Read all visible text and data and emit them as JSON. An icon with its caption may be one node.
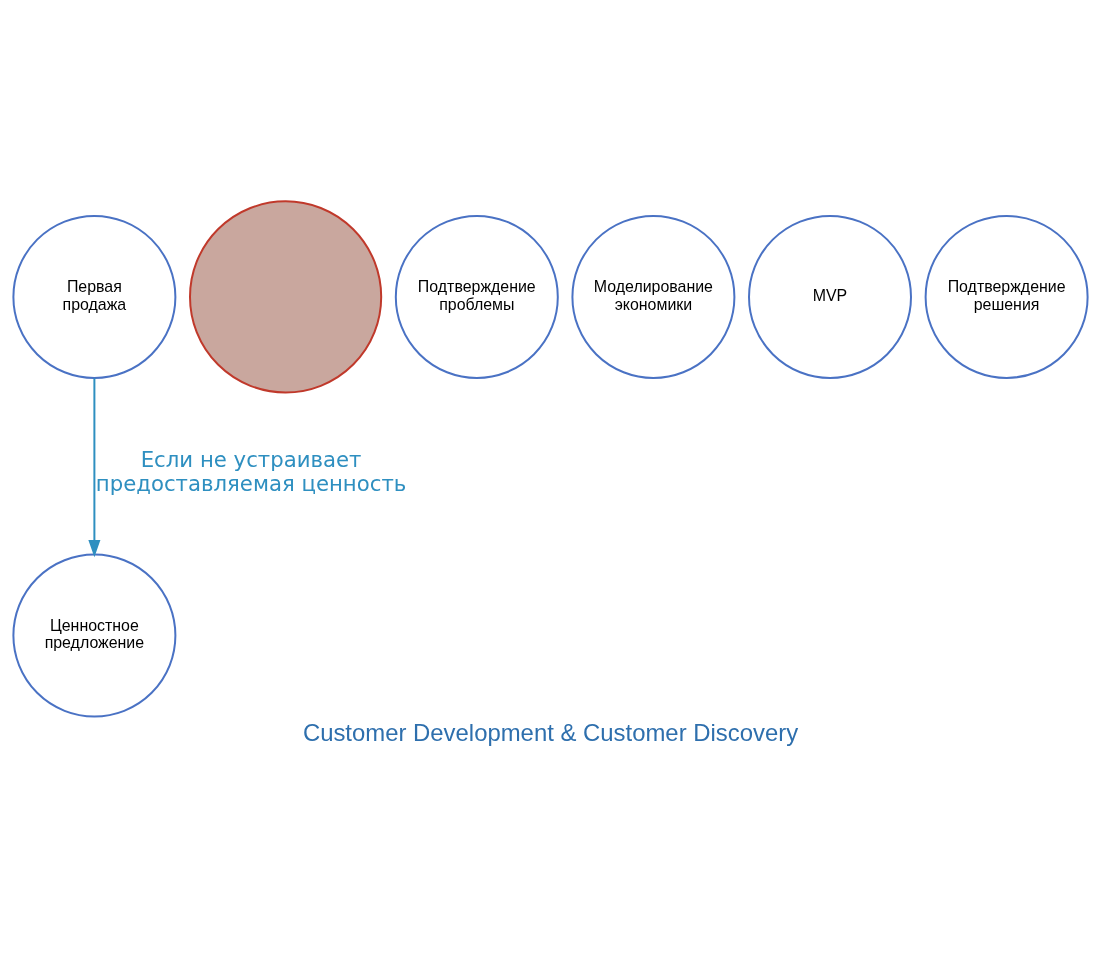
{
  "diagram": {
    "caption": "Customer Development & Customer Discovery",
    "nodes": [
      {
        "text": [
          "Ценностное предложение"
        ]
      },
      {
        "text": [],
        "shape": "circle"
      },
      {
        "text": [
          "Подтверждение проблемы"
        ]
      },
      {
        "text": [
          "Моделирование экономики"
        ]
      },
      {
        "text": [
          "MVP"
        ]
      },
      {
        "text": [
          "Подтверждение решения"
        ]
      },
      {
        "text": [
          "Первая продажа"
        ]
      }
    ],
    "edges": [
      {
        "from": 6,
        "to": 0,
        "arrow": "to",
        "label": "Если не устраивает предоставляемая ценность"
      }
    ]
  }
}
